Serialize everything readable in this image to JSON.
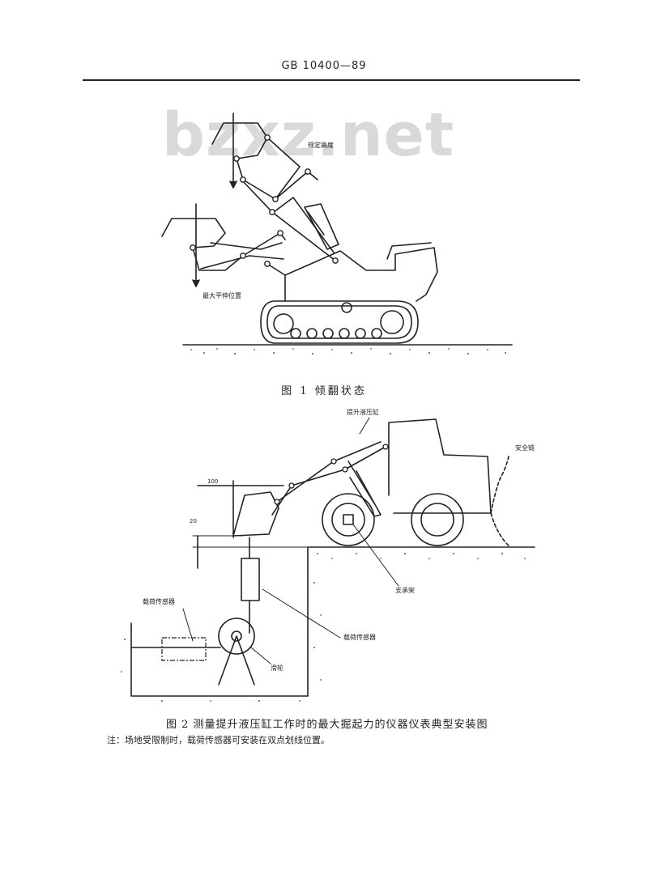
{
  "header": {
    "standard_code": "GB  10400—89"
  },
  "watermark": {
    "text": "bzxz.net"
  },
  "figure1": {
    "caption": "图 1  倾翻状态",
    "labels": {
      "specified_height": "规定高度",
      "max_reach": "最大平伸位置"
    }
  },
  "figure2": {
    "caption": "图 2  测量提升液压缸工作时的最大掘起力的仪器仪表典型安装图",
    "note": "注：场地受限制时，载荷传感器可安装在双点划线位置。",
    "labels": {
      "lift_cylinder": "提升液压缸",
      "safety_chain": "安全链",
      "support": "支承架",
      "load_sensor_left": "载荷传感器",
      "load_sensor_right": "载荷传感器",
      "pulley": "滑轮"
    },
    "dimensions": {
      "horizontal": "100",
      "vertical": "20"
    }
  }
}
